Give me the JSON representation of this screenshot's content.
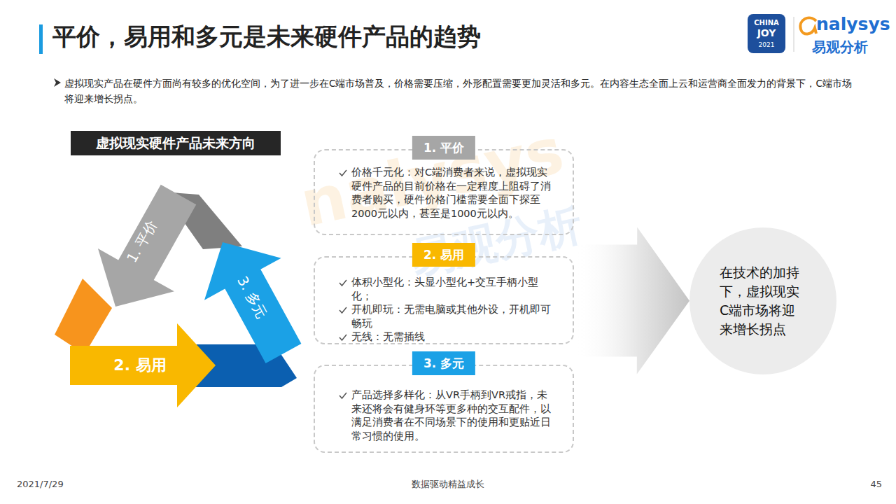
{
  "diagram": {
    "title": "平价，易用和多元是未来硬件产品的趋势",
    "nodes": [
      {
        "text": [
          "虚拟现实硬件产品未来方向"
        ]
      },
      {
        "text": [
          "1. 平价"
        ]
      },
      {
        "text": [
          "2. 易用"
        ]
      },
      {
        "text": [
          "3. 多元"
        ]
      },
      {
        "text": [
          "1. 平价",
          "价格千元化：对C端消费者来说，虚拟现实硬件产品的目前价格在一定程度上阻碍了消费者购买，硬件价格门槛需要全面下探至2000元以内，甚至是1000元以内。"
        ]
      },
      {
        "text": [
          "2. 易用",
          "体积小型化：头显小型化+交互手柄小型化；",
          "开机即玩：无需电脑或其他外设，开机即可畅玩",
          "无线：无需插线"
        ]
      },
      {
        "text": [
          "3. 多元",
          "产品选择多样化：从VR手柄到VR戒指，未来还将会有健身环等更多种的交互配件，以满足消费者在不同场景下的使用和更贴近日常习惯的使用。"
        ]
      },
      {
        "text": [
          "在技术的加持下，虚拟现实C端市场将迎来增长拐点"
        ]
      }
    ],
    "edges": [
      {
        "from": 5,
        "to": 7,
        "arrow": "to"
      }
    ],
    "labels": [
      "CHINA",
      "JOY",
      "2021",
      "nalysys",
      "易观分析",
      "虚拟现实产品在硬件方面尚有较多的优化空间，为了进一步在C端市场普及，价格需要压缩，外形配置需要更加灵活和多元。在内容生态全面上云和运营商全面发力的背景下，C端市场将迎来增长拐点。",
      "nalysys",
      "易观分析",
      "2021/7/29",
      "数据驱动精益成长",
      "45"
    ]
  }
}
